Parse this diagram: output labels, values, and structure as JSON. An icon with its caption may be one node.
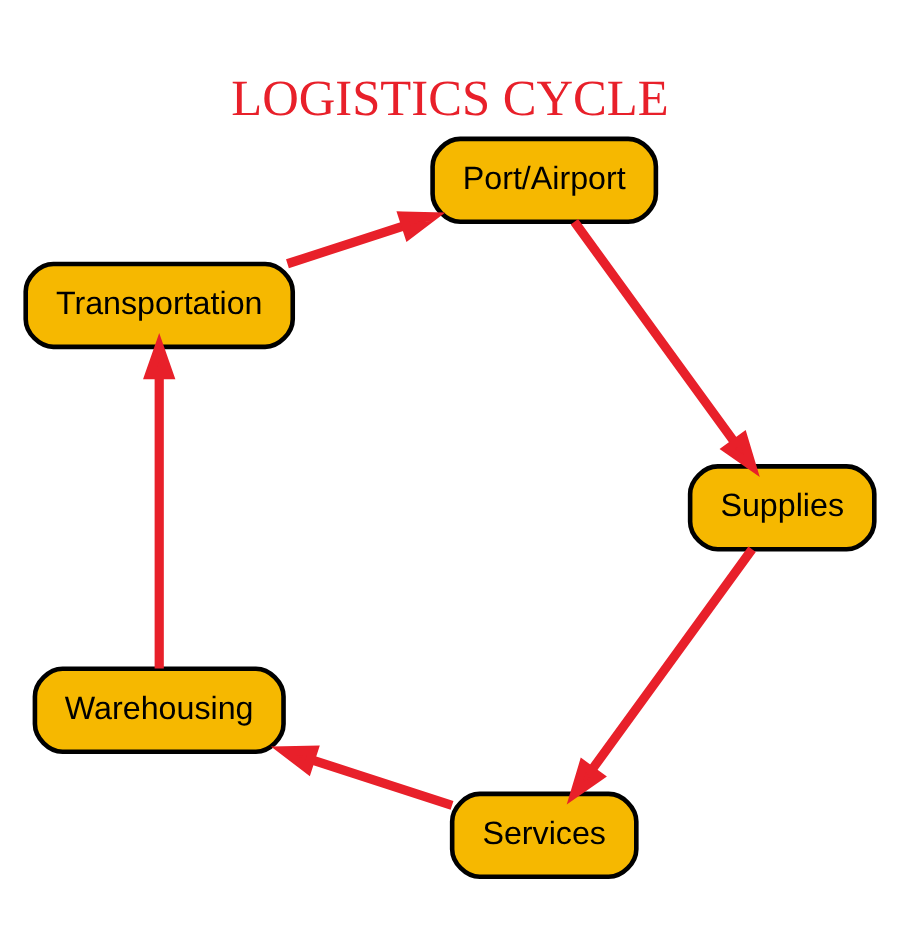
{
  "diagram": {
    "title": "LOGISTICS CYCLE",
    "nodes": [
      {
        "text": [
          "Services"
        ]
      },
      {
        "text": [
          "Warehousing"
        ]
      },
      {
        "text": [
          "Transportation"
        ]
      },
      {
        "text": [
          "Port/Airport"
        ]
      },
      {
        "text": [
          "Supplies"
        ]
      }
    ],
    "edges": [
      {
        "from": 4,
        "to": 0,
        "arrow": "to"
      },
      {
        "from": 0,
        "to": 1,
        "arrow": "to"
      },
      {
        "from": 1,
        "to": 2,
        "arrow": "to"
      },
      {
        "from": 2,
        "to": 3,
        "arrow": "to"
      },
      {
        "from": 3,
        "to": 4,
        "arrow": "to"
      }
    ]
  }
}
